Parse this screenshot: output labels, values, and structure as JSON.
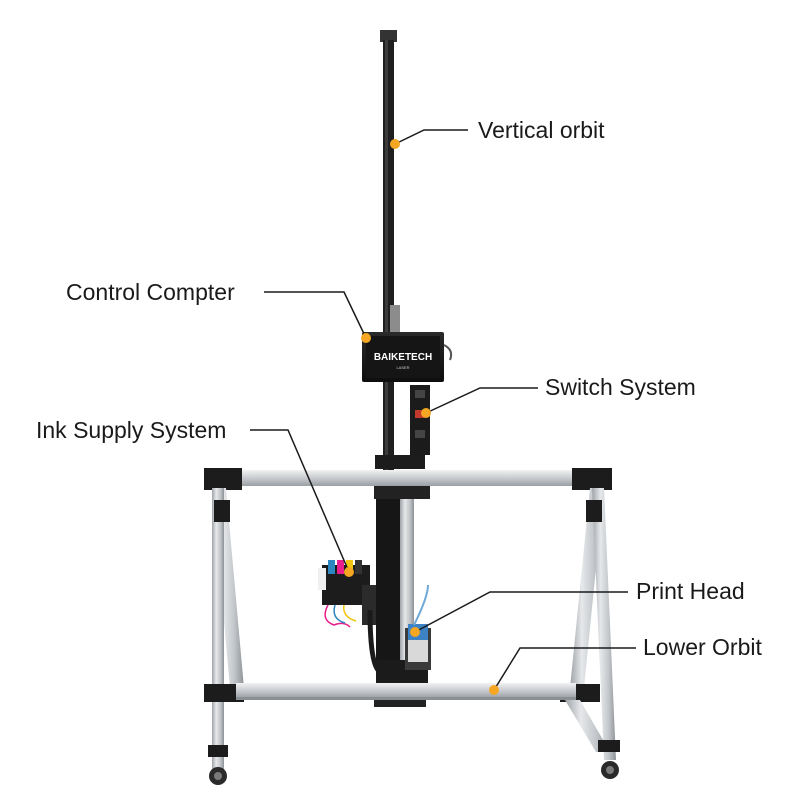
{
  "brand": {
    "logo_text": "BAIKETECH",
    "logo_subtext": "LASER"
  },
  "colors": {
    "callout_dot": "#f5a623",
    "callout_line": "#1a1a1a",
    "frame_aluminum": "#c9ccd0",
    "frame_dark": "#222222"
  },
  "callouts": [
    {
      "id": "vertical-orbit",
      "label": "Vertical orbit"
    },
    {
      "id": "control-computer",
      "label": "Control Compter"
    },
    {
      "id": "switch-system",
      "label": "Switch System"
    },
    {
      "id": "ink-supply-system",
      "label": "Ink Supply System"
    },
    {
      "id": "print-head",
      "label": "Print Head"
    },
    {
      "id": "lower-orbit",
      "label": "Lower Orbit"
    }
  ]
}
